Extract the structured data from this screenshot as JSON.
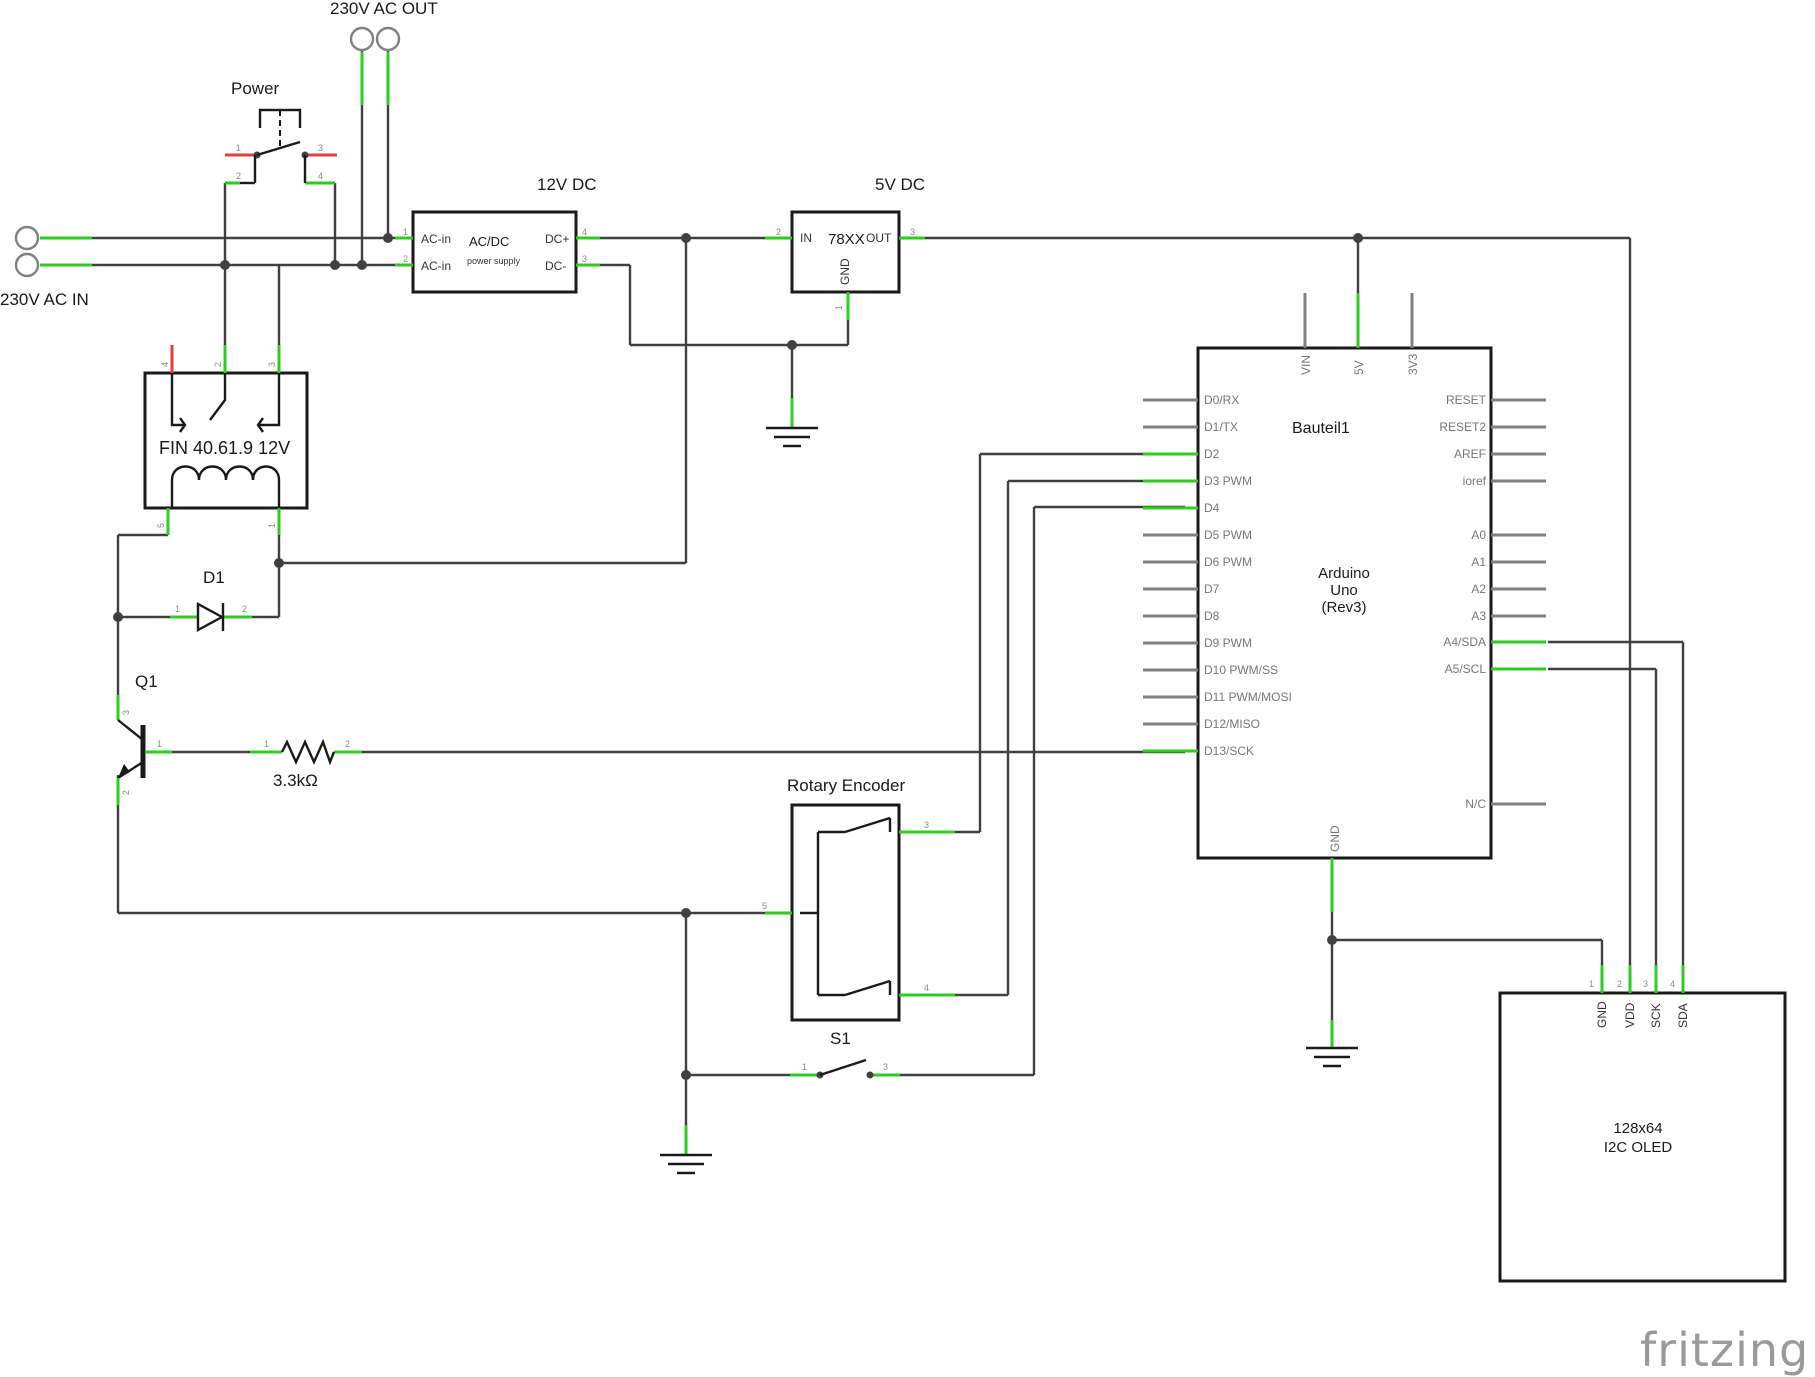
{
  "labels": {
    "ac_out": "230V AC OUT",
    "ac_in": "230V AC IN",
    "power": "Power",
    "dc12": "12V DC",
    "dc5": "5V DC",
    "relay": "FIN 40.61.9 12V",
    "diode": "D1",
    "transistor": "Q1",
    "resistor": "3.3kΩ",
    "encoder": "Rotary Encoder",
    "switch": "S1",
    "arduino_ref": "Bauteil1",
    "arduino_name": [
      "Arduino",
      "Uno",
      "(Rev3)"
    ],
    "oled_name": [
      "128x64",
      "I2C OLED"
    ],
    "logo": "fritzing"
  },
  "acdc": {
    "title": "AC/DC",
    "subtitle": "power supply",
    "ac_in_1": "AC-in",
    "ac_in_2": "AC-in",
    "dc_plus": "DC+",
    "dc_minus": "DC-"
  },
  "regulator": {
    "title": "78XX",
    "in": "IN",
    "out": "OUT",
    "gnd": "GND"
  },
  "arduino": {
    "left_pins": [
      "D0/RX",
      "D1/TX",
      "D2",
      "D3 PWM",
      "D4",
      "D5 PWM",
      "D6 PWM",
      "D7",
      "D8",
      "D9 PWM",
      "D10 PWM/SS",
      "D11 PWM/MOSI",
      "D12/MISO",
      "D13/SCK"
    ],
    "right_pins": [
      "RESET",
      "RESET2",
      "AREF",
      "ioref",
      "A0",
      "A1",
      "A2",
      "A3",
      "A4/SDA",
      "A5/SCL",
      "N/C"
    ],
    "top_pins": [
      "VIN",
      "5V",
      "3V3"
    ],
    "bottom_pin": "GND"
  },
  "oled": {
    "pins": [
      "GND",
      "VDD",
      "SCK",
      "SDA"
    ]
  },
  "pin_numbers": {
    "p1": "1",
    "p2": "2",
    "p3": "3",
    "p4": "4",
    "p5": "5"
  }
}
